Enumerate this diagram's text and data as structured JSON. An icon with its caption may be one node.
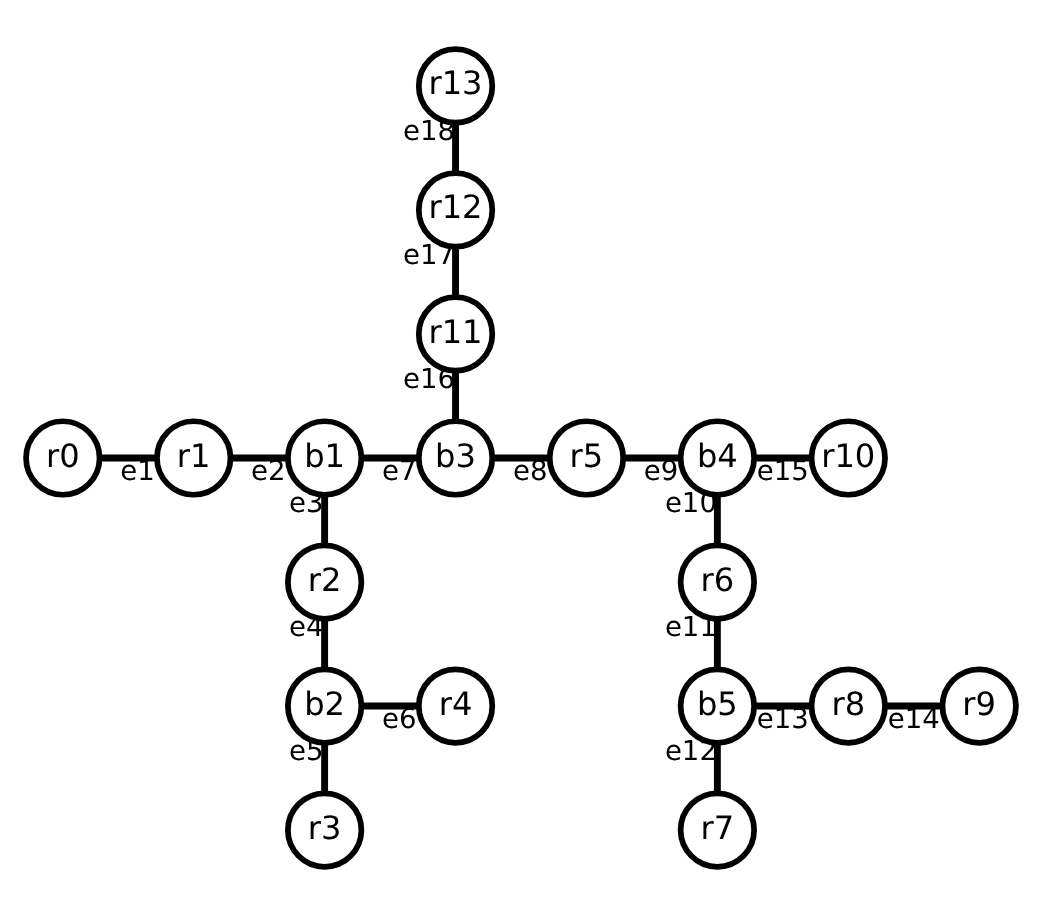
{
  "diagram": {
    "nodes": [
      {
        "text": [
          "r13"
        ]
      },
      {
        "text": [
          "r12"
        ]
      },
      {
        "text": [
          "r11"
        ]
      },
      {
        "text": [
          "r0"
        ]
      },
      {
        "text": [
          "r1"
        ]
      },
      {
        "text": [
          "b1"
        ]
      },
      {
        "text": [
          "b3"
        ]
      },
      {
        "text": [
          "r5"
        ]
      },
      {
        "text": [
          "b4"
        ]
      },
      {
        "text": [
          "r10"
        ]
      },
      {
        "text": [
          "r2"
        ]
      },
      {
        "text": [
          "r6"
        ]
      },
      {
        "text": [
          "b2"
        ]
      },
      {
        "text": [
          "r4"
        ]
      },
      {
        "text": [
          "b5"
        ]
      },
      {
        "text": [
          "r8"
        ]
      },
      {
        "text": [
          "r9"
        ]
      },
      {
        "text": [
          "r3"
        ]
      },
      {
        "text": [
          "r7"
        ]
      }
    ],
    "edges": [
      {
        "from": 3,
        "to": 4,
        "arrow": "none",
        "label": "e1"
      },
      {
        "from": 4,
        "to": 5,
        "arrow": "none",
        "label": "e2"
      },
      {
        "from": 5,
        "to": 10,
        "arrow": "none",
        "label": "e3"
      },
      {
        "from": 10,
        "to": 12,
        "arrow": "none",
        "label": "e4"
      },
      {
        "from": 12,
        "to": 17,
        "arrow": "none",
        "label": "e5"
      },
      {
        "from": 12,
        "to": 13,
        "arrow": "none",
        "label": "e6"
      },
      {
        "from": 5,
        "to": 6,
        "arrow": "none",
        "label": "e7"
      },
      {
        "from": 6,
        "to": 7,
        "arrow": "none",
        "label": "e8"
      },
      {
        "from": 7,
        "to": 8,
        "arrow": "none",
        "label": "e9"
      },
      {
        "from": 8,
        "to": 11,
        "arrow": "none",
        "label": "e10"
      },
      {
        "from": 11,
        "to": 14,
        "arrow": "none",
        "label": "e11"
      },
      {
        "from": 14,
        "to": 18,
        "arrow": "none",
        "label": "e12"
      },
      {
        "from": 14,
        "to": 15,
        "arrow": "none",
        "label": "e13"
      },
      {
        "from": 15,
        "to": 16,
        "arrow": "none",
        "label": "e14"
      },
      {
        "from": 8,
        "to": 9,
        "arrow": "none",
        "label": "e15"
      },
      {
        "from": 2,
        "to": 6,
        "arrow": "none",
        "label": "e16"
      },
      {
        "from": 1,
        "to": 2,
        "arrow": "none",
        "label": "e17"
      },
      {
        "from": 0,
        "to": 1,
        "arrow": "none",
        "label": "e18"
      }
    ]
  }
}
